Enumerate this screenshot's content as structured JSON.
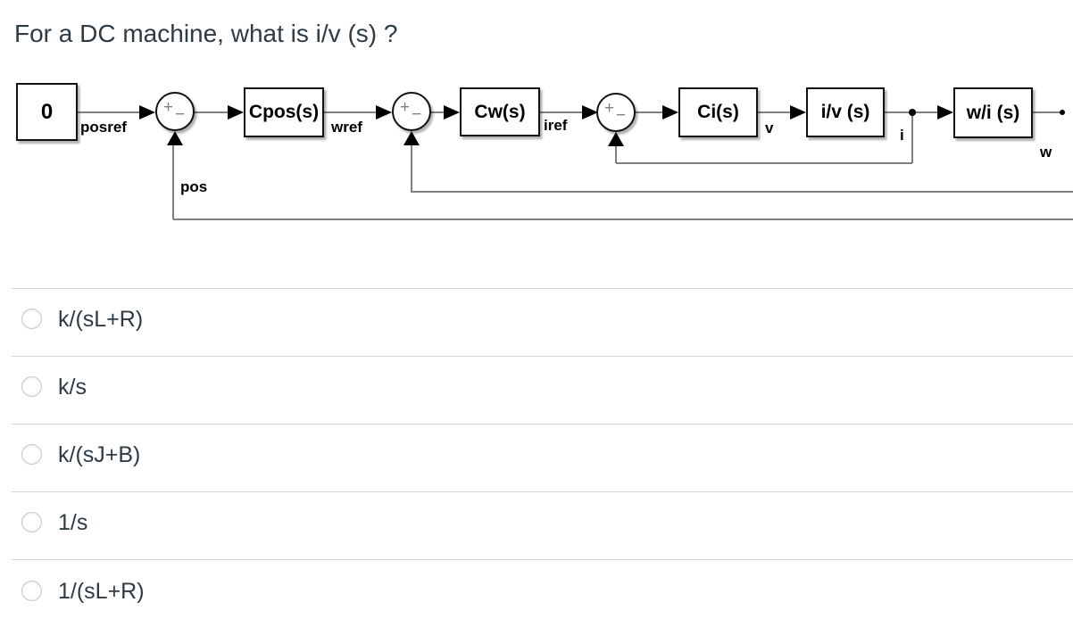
{
  "question": {
    "title": "For a DC machine, what is i/v (s) ?"
  },
  "diagram": {
    "type": "control-block-diagram",
    "blocks": [
      {
        "label": "0"
      },
      {
        "label": "Cpos(s)"
      },
      {
        "label": "Cw(s)"
      },
      {
        "label": "Ci(s)"
      },
      {
        "label": "i/v (s)"
      },
      {
        "label": "w/i (s)"
      }
    ],
    "sums": [
      {
        "plus": "+",
        "minus": "−"
      },
      {
        "plus": "+",
        "minus": "−"
      },
      {
        "plus": "+",
        "minus": "−"
      }
    ],
    "signals": {
      "posref": "posref",
      "wref": "wref",
      "iref": "iref",
      "v": "v",
      "i": "i",
      "w": "w",
      "pos": "pos"
    },
    "colors": {
      "line": "#808080",
      "block_border": "#111111",
      "block_text": "#000000"
    }
  },
  "options": [
    {
      "label": "k/(sL+R)"
    },
    {
      "label": "k/s"
    },
    {
      "label": "k/(sJ+B)"
    },
    {
      "label": "1/s"
    },
    {
      "label": "1/(sL+R)"
    }
  ],
  "colors": {
    "question_text": "#2D3B45",
    "divider": "#D8D8D8"
  }
}
